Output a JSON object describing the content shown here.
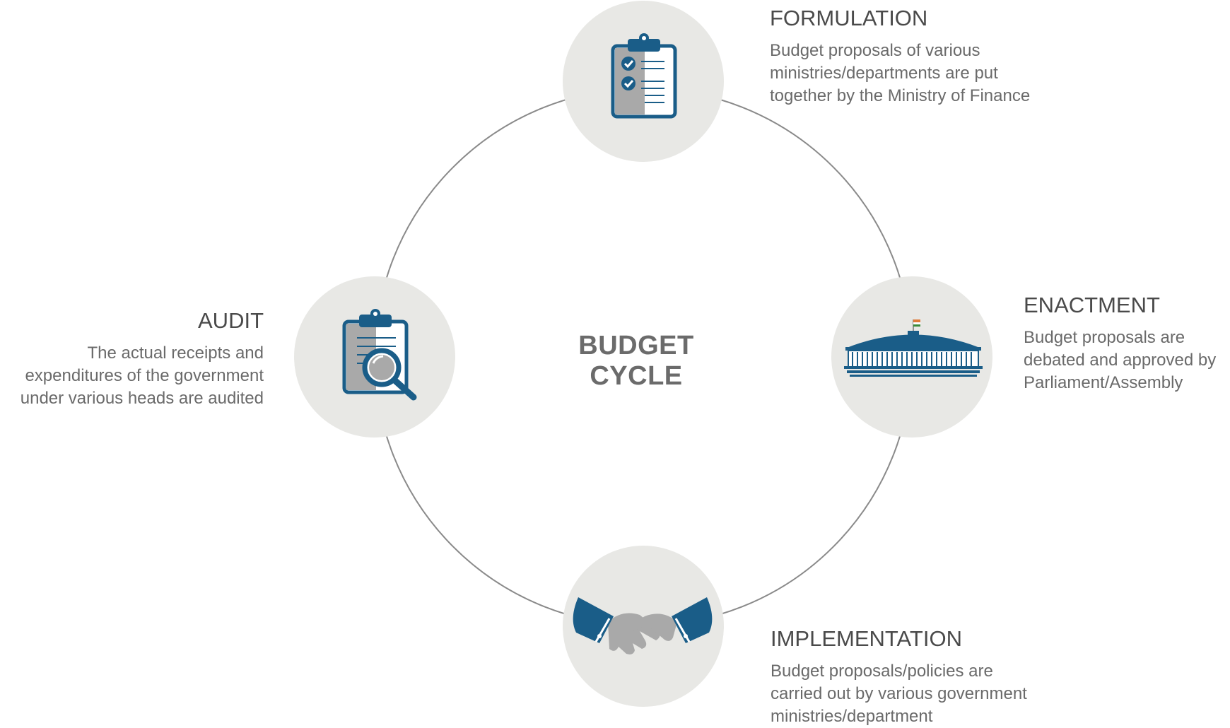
{
  "title": "BUDGET CYCLE",
  "colors": {
    "accent": "#1a5d88",
    "node_fill": "#e8e8e5",
    "ring": "#8a8a8a",
    "icon_gray": "#a9a9a9"
  },
  "stages": {
    "formulation": {
      "title": "FORMULATION",
      "icon": "clipboard-checklist-icon",
      "lines": [
        "Budget proposals of various",
        "ministries/departments are put",
        "together by the Ministry of Finance"
      ]
    },
    "enactment": {
      "title": "ENACTMENT",
      "icon": "parliament-building-icon",
      "lines": [
        "Budget proposals are",
        "debated and approved by",
        "Parliament/Assembly"
      ]
    },
    "implementation": {
      "title": "IMPLEMENTATION",
      "icon": "handshake-icon",
      "lines": [
        "Budget proposals/policies are",
        "carried out by various government",
        "ministries/department"
      ]
    },
    "audit": {
      "title": "AUDIT",
      "icon": "clipboard-magnifier-icon",
      "lines": [
        "The actual receipts and",
        "expenditures of the government",
        "under various heads are audited"
      ]
    }
  }
}
